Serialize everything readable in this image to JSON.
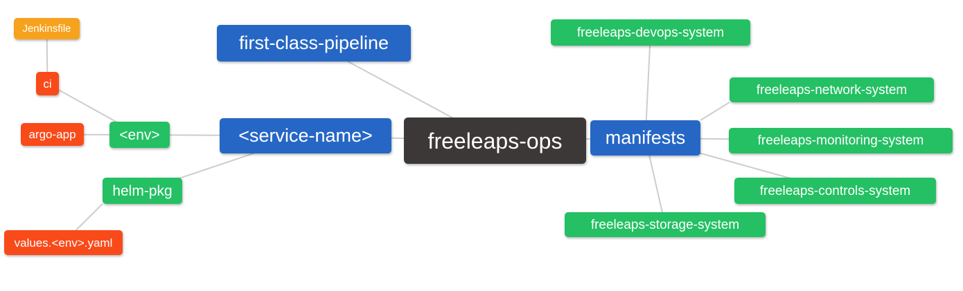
{
  "colors": {
    "root_dark": "#3C3837",
    "branch_blue": "#2667C5",
    "leaf_green": "#24C063",
    "leaf_red": "#F94A1A",
    "leaf_orange": "#F6A21E",
    "edge_line": "#CDCDCD",
    "node_text": "#FFFFFF",
    "background": "#FFFFFF"
  },
  "nodes": [
    {
      "id": "jenkinsfile",
      "label": "Jenkinsfile",
      "type": "orange"
    },
    {
      "id": "ci",
      "label": "ci",
      "type": "red"
    },
    {
      "id": "argo-app",
      "label": "argo-app",
      "type": "red"
    },
    {
      "id": "env",
      "label": "<env>",
      "type": "green"
    },
    {
      "id": "helm-pkg",
      "label": "helm-pkg",
      "type": "green"
    },
    {
      "id": "values",
      "label": "values.<env>.yaml",
      "type": "red"
    },
    {
      "id": "first-class-pipeline",
      "label": "first-class-pipeline",
      "type": "blue"
    },
    {
      "id": "service-name",
      "label": "<service-name>",
      "type": "blue"
    },
    {
      "id": "freeleaps-ops",
      "label": "freeleaps-ops",
      "type": "dark"
    },
    {
      "id": "manifests",
      "label": "manifests",
      "type": "blue"
    },
    {
      "id": "devops",
      "label": "freeleaps-devops-system",
      "type": "green"
    },
    {
      "id": "network",
      "label": "freeleaps-network-system",
      "type": "green"
    },
    {
      "id": "monitoring",
      "label": "freeleaps-monitoring-system",
      "type": "green"
    },
    {
      "id": "controls",
      "label": "freeleaps-controls-system",
      "type": "green"
    },
    {
      "id": "storage",
      "label": "freeleaps-storage-system",
      "type": "green"
    }
  ],
  "edges": [
    {
      "from": "jenkinsfile",
      "to": "ci"
    },
    {
      "from": "ci",
      "to": "env"
    },
    {
      "from": "argo-app",
      "to": "env"
    },
    {
      "from": "env",
      "to": "service-name"
    },
    {
      "from": "helm-pkg",
      "to": "service-name"
    },
    {
      "from": "helm-pkg",
      "to": "values",
      "from_anchor": "bottom-left"
    },
    {
      "from": "service-name",
      "to": "freeleaps-ops"
    },
    {
      "from": "first-class-pipeline",
      "to": "freeleaps-ops"
    },
    {
      "from": "freeleaps-ops",
      "to": "manifests"
    },
    {
      "from": "manifests",
      "to": "devops"
    },
    {
      "from": "manifests",
      "to": "network",
      "from_anchor": "top-right",
      "to_anchor": "bottom-left"
    },
    {
      "from": "manifests",
      "to": "monitoring"
    },
    {
      "from": "manifests",
      "to": "controls"
    },
    {
      "from": "manifests",
      "to": "storage"
    }
  ]
}
